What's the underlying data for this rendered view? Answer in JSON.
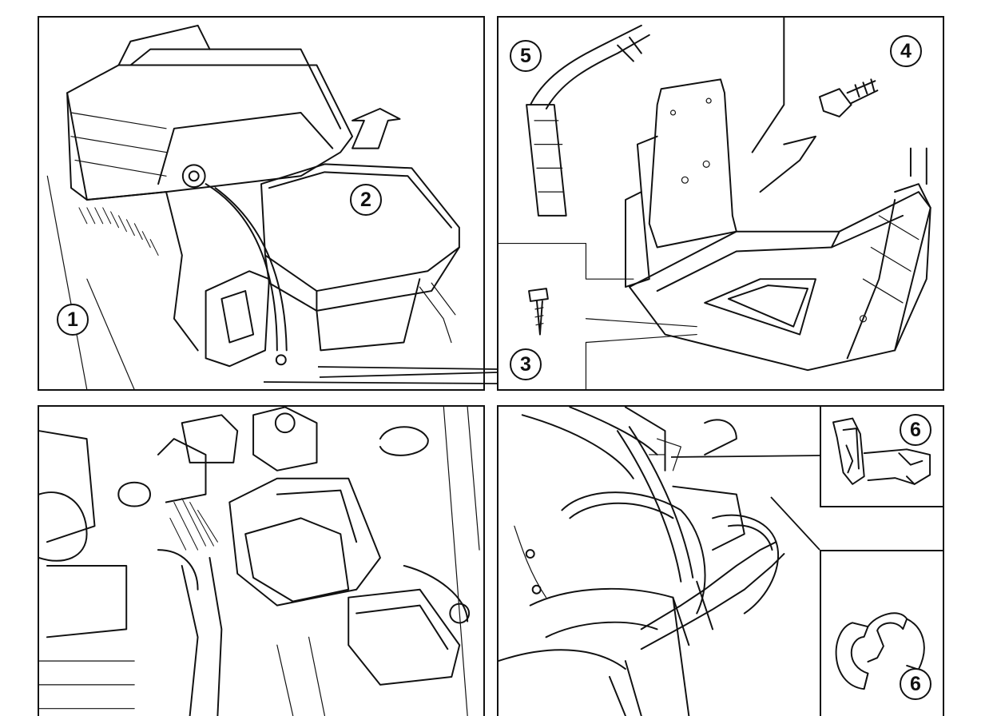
{
  "callouts": {
    "c1": "1",
    "c2": "2",
    "c3": "3",
    "c4": "4",
    "c5": "5",
    "c6a": "6",
    "c6b": "6"
  },
  "icons": [
    "battery-illustration",
    "battery-tray-illustration",
    "bolt-icon",
    "screw-icon",
    "cable-clip-icon",
    "retaining-clip-icon",
    "engine-bay-illustration",
    "cable-routing-illustration"
  ]
}
